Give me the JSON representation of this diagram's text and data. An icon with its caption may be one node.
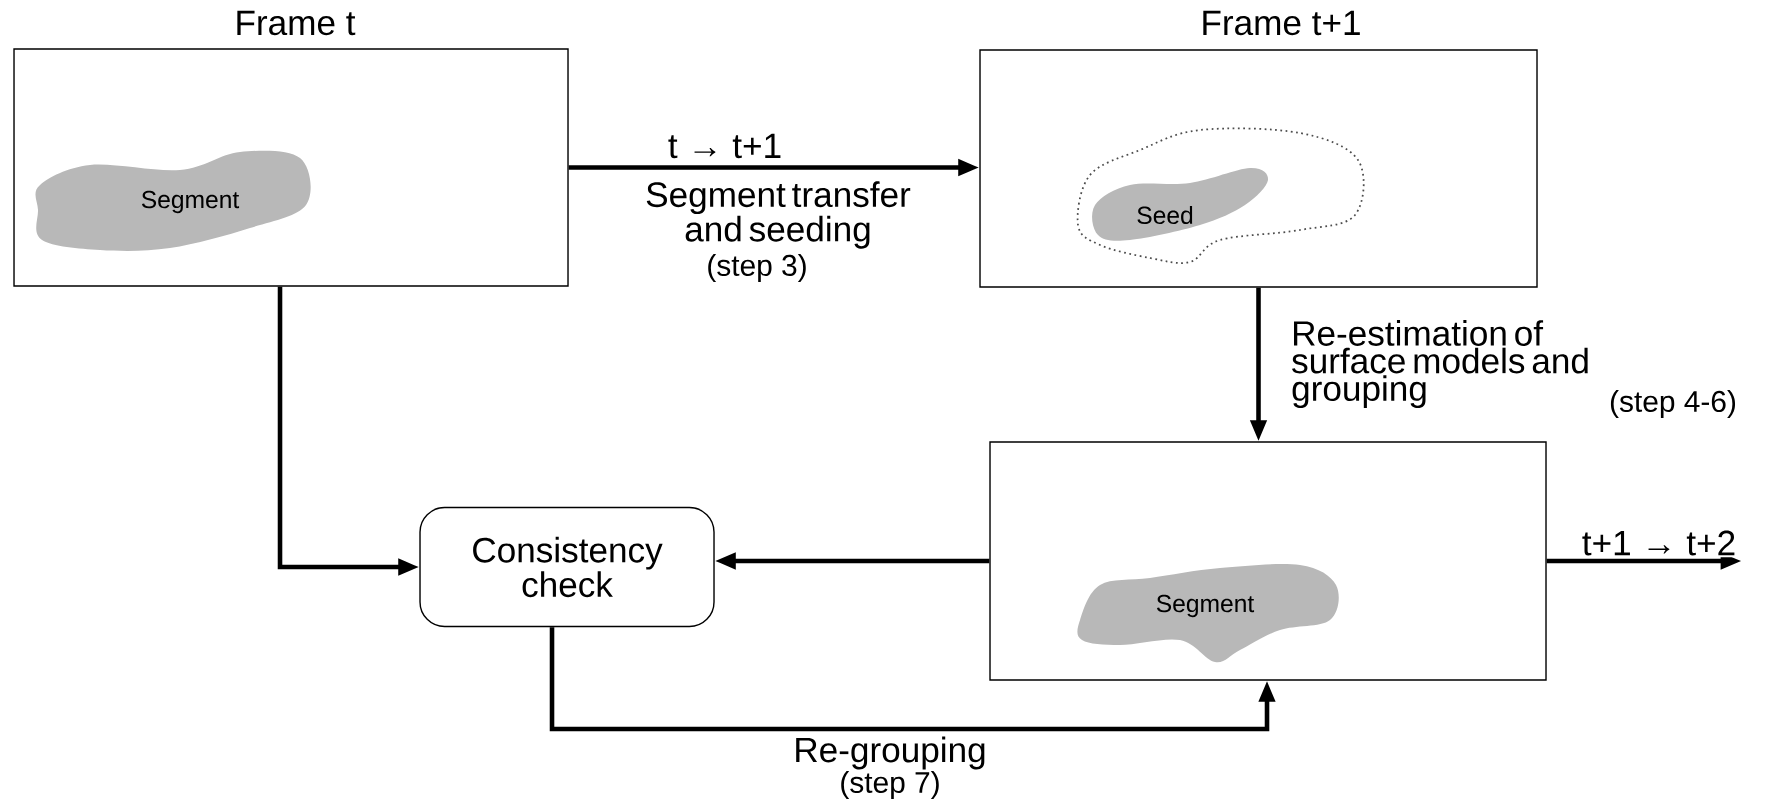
{
  "diagram": {
    "nodes": [
      {
        "text": [
          "Frame t"
        ]
      },
      {
        "text": [
          "Segment"
        ],
        "in": 0
      },
      {
        "text": [
          "Frame t+1"
        ]
      },
      {
        "text": [],
        "shape": "cloud",
        "in": 2
      },
      {
        "text": [
          "Seed"
        ],
        "in": 3
      },
      {
        "text": [
          "Consistency check"
        ]
      },
      {
        "text": [],
        "shape": "box"
      },
      {
        "text": [
          "Segment"
        ],
        "in": 6
      }
    ],
    "edges": [
      {
        "from": 0,
        "to": 2,
        "arrow": "to",
        "label": "t → t+1"
      },
      {
        "from": 2,
        "to": 6,
        "arrow": "to"
      },
      {
        "from": 0,
        "to": 5,
        "arrow": "to"
      },
      {
        "from": 6,
        "to": 5,
        "arrow": "to"
      },
      {
        "from": 5,
        "to": 6,
        "arrow": "to",
        "label": "Re-grouping"
      },
      {
        "from": 6,
        "to": null,
        "arrow": "to",
        "label": "t+1 → t+2"
      }
    ],
    "labels": [
      "Segment transfer and seeding",
      "(step 3)",
      "Re-estimation of surface models and grouping",
      "(step 4-6)",
      "(step 7)"
    ]
  }
}
